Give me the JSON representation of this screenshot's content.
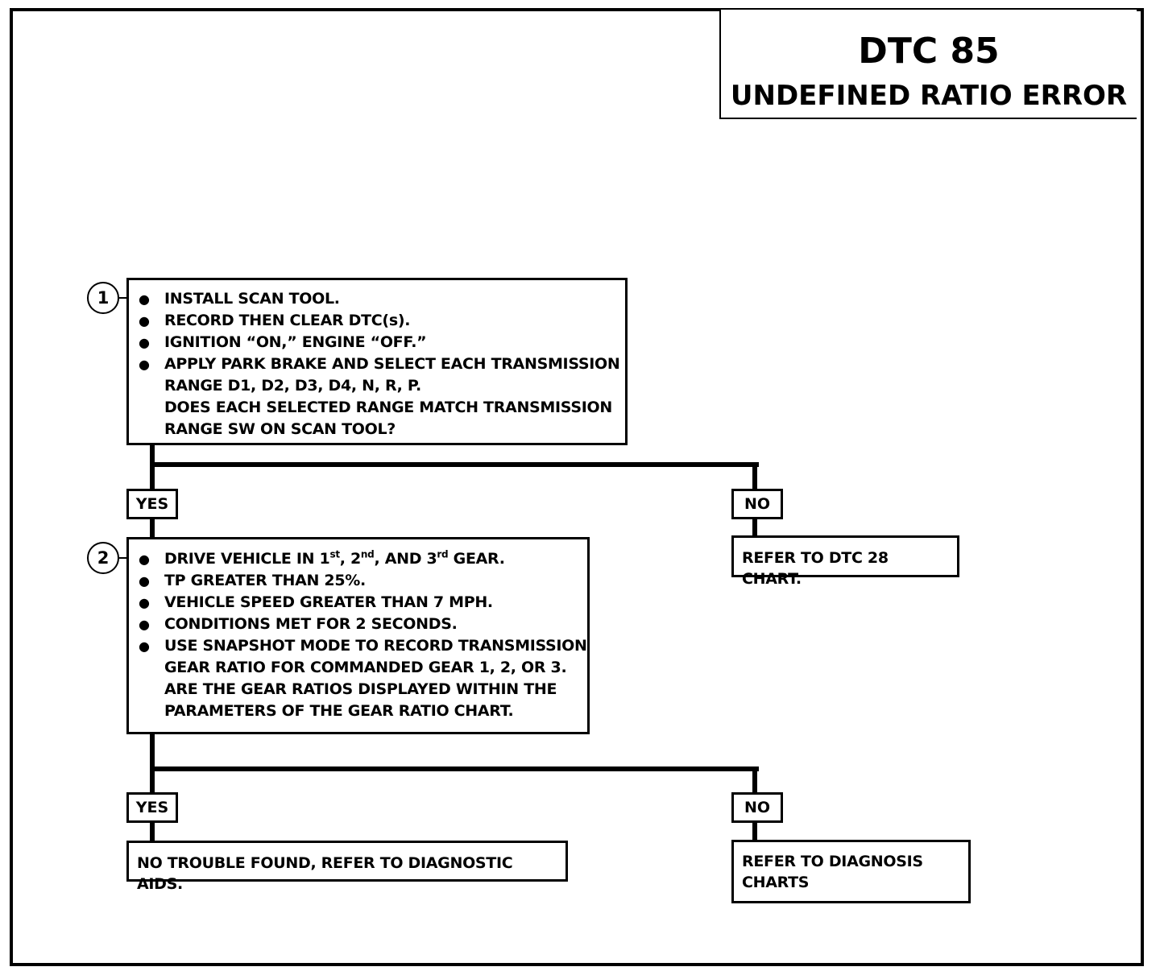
{
  "title": {
    "code": "DTC 85",
    "name": "UNDEFINED RATIO ERROR"
  },
  "step1": {
    "number": "1",
    "items": [
      "INSTALL SCAN TOOL.",
      "RECORD THEN CLEAR DTC(s).",
      "IGNITION “ON,” ENGINE “OFF.”",
      "APPLY PARK BRAKE AND SELECT EACH TRANSMISSION",
      "RANGE D1, D2, D3, D4, N, R, P."
    ],
    "question": [
      "DOES EACH SELECTED RANGE MATCH TRANSMISSION",
      "RANGE SW ON SCAN TOOL?"
    ]
  },
  "step1_yes": "YES",
  "step1_no": "NO",
  "step1_no_result": "REFER TO DTC 28 CHART.",
  "step2": {
    "number": "2",
    "drive": {
      "a": "DRIVE VEHICLE IN 1",
      "s1": "st",
      "b": ", 2",
      "s2": "nd",
      "c": ", AND 3",
      "s3": "rd",
      "d": " GEAR."
    },
    "items": [
      "TP GREATER THAN 25%.",
      "VEHICLE SPEED GREATER THAN 7 MPH.",
      "CONDITIONS MET FOR 2 SECONDS.",
      "USE SNAPSHOT MODE TO RECORD TRANSMISSION",
      "GEAR RATIO FOR COMMANDED GEAR 1, 2, OR 3."
    ],
    "question": [
      "ARE THE GEAR RATIOS DISPLAYED WITHIN THE",
      "PARAMETERS OF THE GEAR RATIO CHART."
    ]
  },
  "step2_yes": "YES",
  "step2_no": "NO",
  "step2_yes_result": "NO TROUBLE FOUND, REFER TO DIAGNOSTIC AIDS.",
  "step2_no_result": [
    "REFER TO DIAGNOSIS",
    "CHARTS"
  ]
}
